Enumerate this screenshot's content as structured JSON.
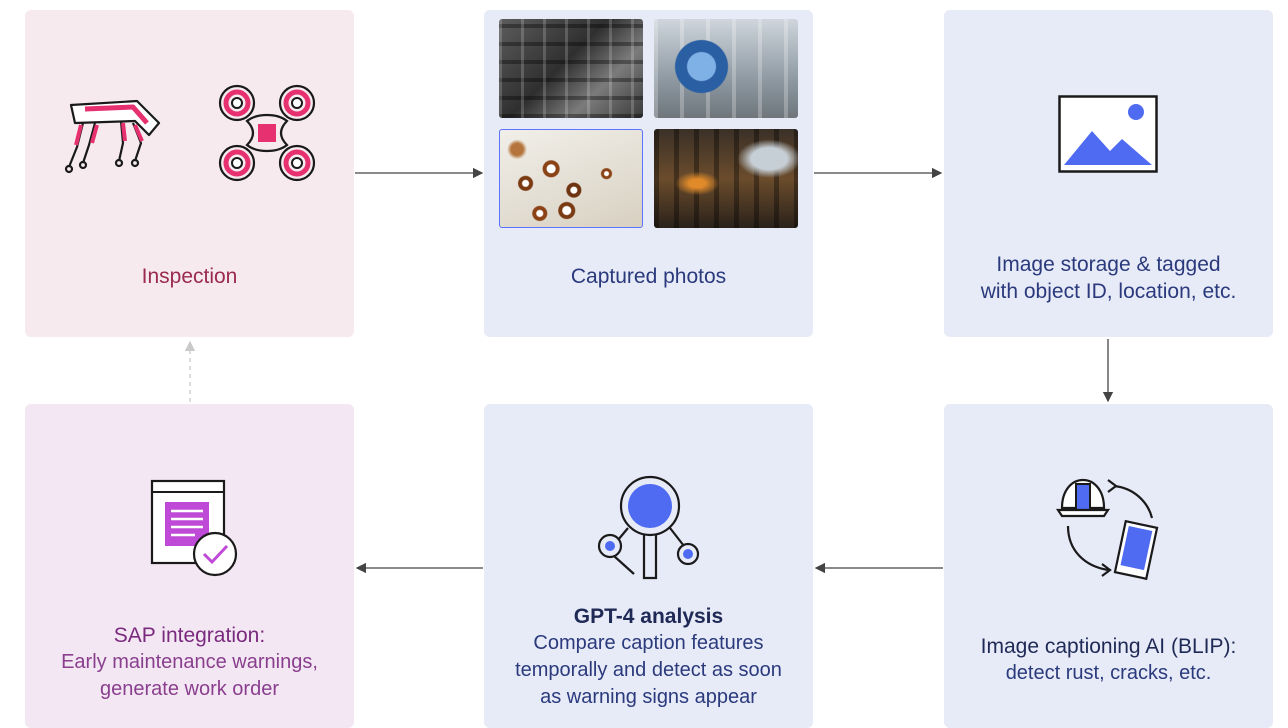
{
  "steps": {
    "inspection": {
      "label": "Inspection"
    },
    "photos": {
      "label": "Captured photos"
    },
    "storage": {
      "line1": "Image storage & tagged",
      "line2": "with object ID, location, etc."
    },
    "captioning": {
      "title": "Image captioning AI (BLIP):",
      "desc": "detect rust, cracks, etc."
    },
    "analysis": {
      "title": "GPT-4 analysis",
      "line1": "Compare caption features",
      "line2": "temporally and detect as soon",
      "line3": "as warning signs appear"
    },
    "sap": {
      "title": "SAP integration:",
      "line1": "Early maintenance warnings,",
      "line2": "generate work order"
    }
  },
  "icons": [
    "robot-dog-icon",
    "drone-icon",
    "industrial-pipes-photo",
    "turbine-photo",
    "rust-surface-photo",
    "factory-photo",
    "image-icon",
    "hardhat-icon",
    "tablet-icon",
    "cycle-arrows-icon",
    "magnifier-network-icon",
    "document-check-icon"
  ],
  "colors": {
    "accent_pink": "#e6306f",
    "accent_blue": "#4f6bf2",
    "accent_purple": "#c04ad8",
    "card_pink": "#f6eaee",
    "card_blue": "#e7eaf7",
    "card_purple": "#f3e7f3"
  }
}
